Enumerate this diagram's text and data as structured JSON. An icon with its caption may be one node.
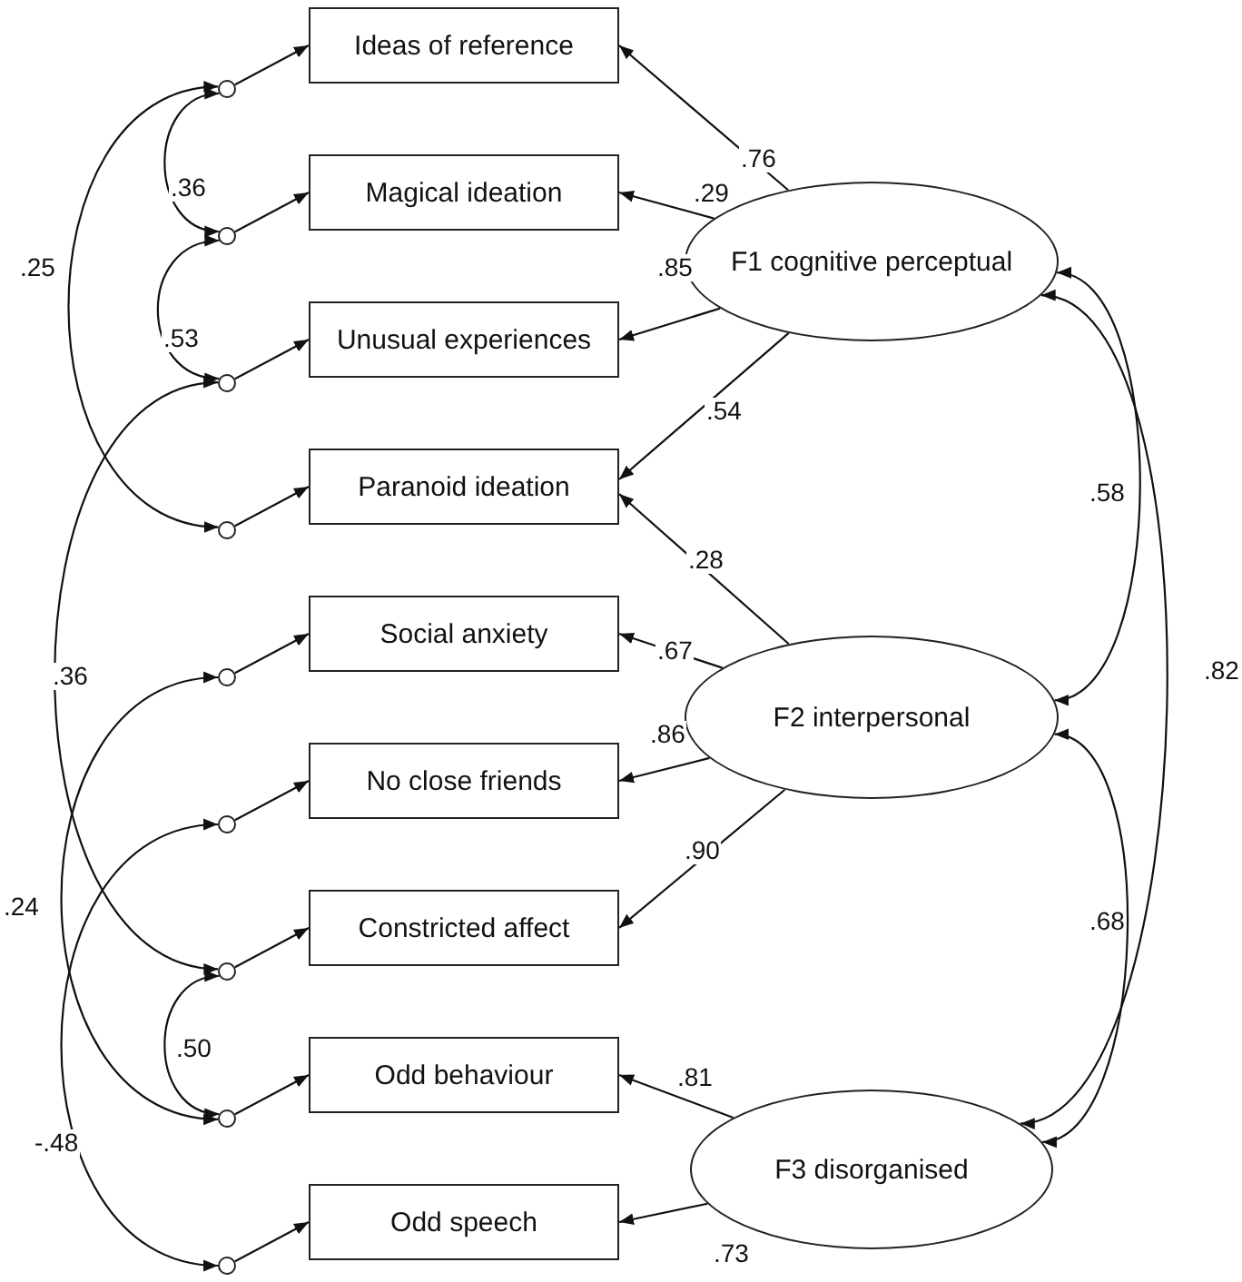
{
  "diagram": {
    "nodes": [
      {
        "text": [
          "Ideas of reference"
        ]
      },
      {
        "text": [
          "Magical ideation"
        ]
      },
      {
        "text": [
          "Unusual experiences"
        ]
      },
      {
        "text": [
          "Paranoid ideation"
        ]
      },
      {
        "text": [
          "Social anxiety"
        ]
      },
      {
        "text": [
          "No close friends"
        ]
      },
      {
        "text": [
          "Constricted affect"
        ]
      },
      {
        "text": [
          "Odd behaviour"
        ]
      },
      {
        "text": [
          "Odd speech"
        ]
      },
      {
        "text": [
          "F1 cognitive perceptual"
        ]
      },
      {
        "text": [
          "F2 interpersonal"
        ]
      },
      {
        "text": [
          "F3 disorganised"
        ]
      },
      {
        "text": [],
        "shape": "circle"
      },
      {
        "text": [],
        "shape": "circle"
      },
      {
        "text": [],
        "shape": "circle"
      },
      {
        "text": [],
        "shape": "circle"
      },
      {
        "text": [],
        "shape": "circle"
      },
      {
        "text": [],
        "shape": "circle"
      },
      {
        "text": [],
        "shape": "circle"
      },
      {
        "text": [],
        "shape": "circle"
      },
      {
        "text": [],
        "shape": "circle"
      }
    ],
    "edges": [
      {
        "from": 9,
        "to": 0,
        "arrow": "to",
        "label": ".76"
      },
      {
        "from": 9,
        "to": 1,
        "arrow": "to",
        "label": ".29"
      },
      {
        "from": 9,
        "to": 2,
        "arrow": "to",
        "label": ".85"
      },
      {
        "from": 9,
        "to": 3,
        "arrow": "to",
        "label": ".54"
      },
      {
        "from": 10,
        "to": 3,
        "arrow": "to",
        "label": ".28"
      },
      {
        "from": 10,
        "to": 4,
        "arrow": "to",
        "label": ".67"
      },
      {
        "from": 10,
        "to": 5,
        "arrow": "to",
        "label": ".86"
      },
      {
        "from": 10,
        "to": 6,
        "arrow": "to",
        "label": ".90"
      },
      {
        "from": 11,
        "to": 7,
        "arrow": "to",
        "label": ".81"
      },
      {
        "from": 11,
        "to": 8,
        "arrow": "to",
        "label": ".73"
      },
      {
        "from": 9,
        "to": 10,
        "arrow": "both",
        "label": ".58"
      },
      {
        "from": 10,
        "to": 11,
        "arrow": "both",
        "label": ".68"
      },
      {
        "from": 9,
        "to": 11,
        "arrow": "both",
        "label": ".82"
      },
      {
        "from": 12,
        "to": 0,
        "arrow": "to"
      },
      {
        "from": 13,
        "to": 1,
        "arrow": "to"
      },
      {
        "from": 14,
        "to": 2,
        "arrow": "to"
      },
      {
        "from": 15,
        "to": 3,
        "arrow": "to"
      },
      {
        "from": 16,
        "to": 4,
        "arrow": "to"
      },
      {
        "from": 17,
        "to": 5,
        "arrow": "to"
      },
      {
        "from": 18,
        "to": 6,
        "arrow": "to"
      },
      {
        "from": 19,
        "to": 7,
        "arrow": "to"
      },
      {
        "from": 20,
        "to": 8,
        "arrow": "to"
      },
      {
        "from": 12,
        "to": 13,
        "arrow": "both",
        "label": ".36"
      },
      {
        "from": 13,
        "to": 14,
        "arrow": "both",
        "label": ".53"
      },
      {
        "from": 12,
        "to": 15,
        "arrow": "both",
        "label": ".25"
      },
      {
        "from": 14,
        "to": 18,
        "arrow": "both",
        "label": ".36"
      },
      {
        "from": 16,
        "to": 19,
        "arrow": "both",
        "label": ".24"
      },
      {
        "from": 18,
        "to": 19,
        "arrow": "both",
        "label": ".50"
      },
      {
        "from": 17,
        "to": 20,
        "arrow": "both",
        "label": "-.48"
      }
    ]
  }
}
